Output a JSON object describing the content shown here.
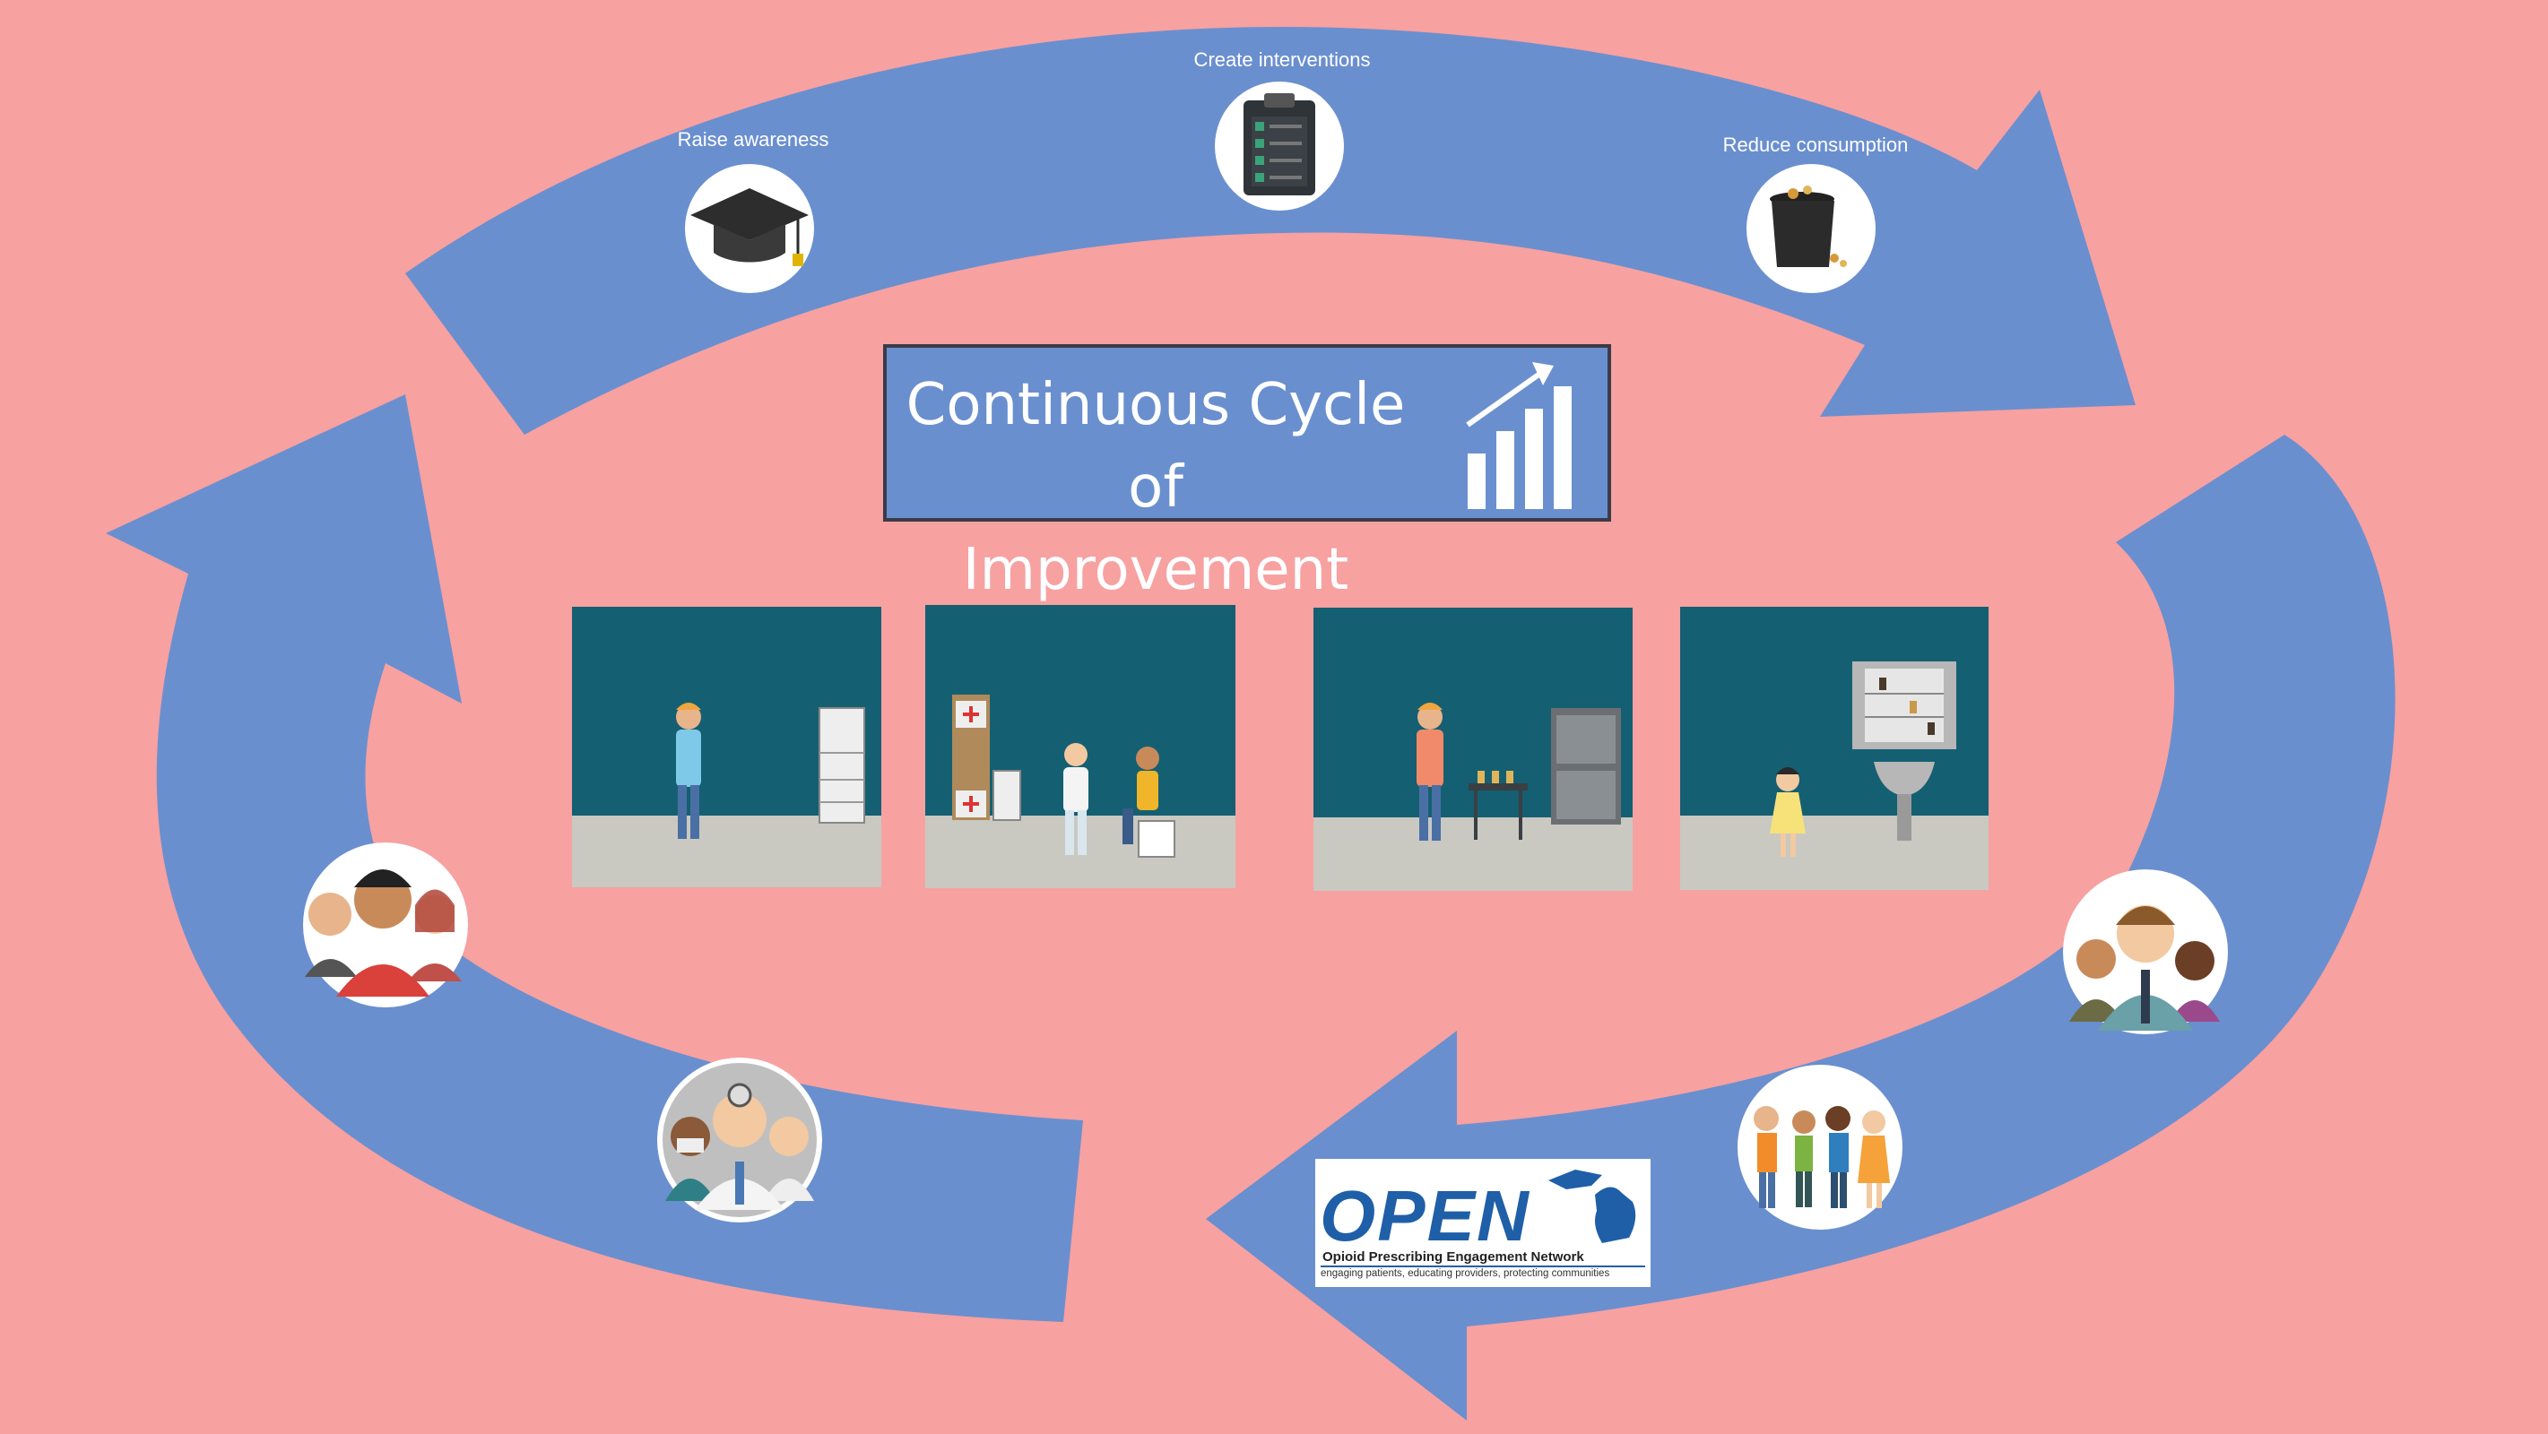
{
  "title": {
    "line1": "Continuous Cycle of",
    "line2": "Improvement"
  },
  "steps": [
    {
      "label": "Raise awareness",
      "icon": "graduation-cap-icon"
    },
    {
      "label": "Create interventions",
      "icon": "clipboard-checklist-icon"
    },
    {
      "label": "Reduce consumption",
      "icon": "trash-bin-icon"
    }
  ],
  "stakeholder_icons": [
    "community-group-icon",
    "clinicians-icon",
    "patients-group-icon",
    "professionals-group-icon"
  ],
  "chart_icon": "bar-chart-growth-icon",
  "scenes": [
    "patient-standing-scene",
    "doctor-consultation-scene",
    "patient-pharmacy-scene",
    "bathroom-cabinet-scene"
  ],
  "logo": {
    "word": "OPEN",
    "full_name": "Opioid Prescribing Engagement Network",
    "tagline": "engaging patients, educating providers, protecting communities"
  },
  "colors": {
    "background": "#f7a1a1",
    "arrow": "#6a8fcf",
    "scene_wall": "#155f72",
    "scene_floor": "#c9c9c1",
    "logo_blue": "#1f5fa8"
  }
}
